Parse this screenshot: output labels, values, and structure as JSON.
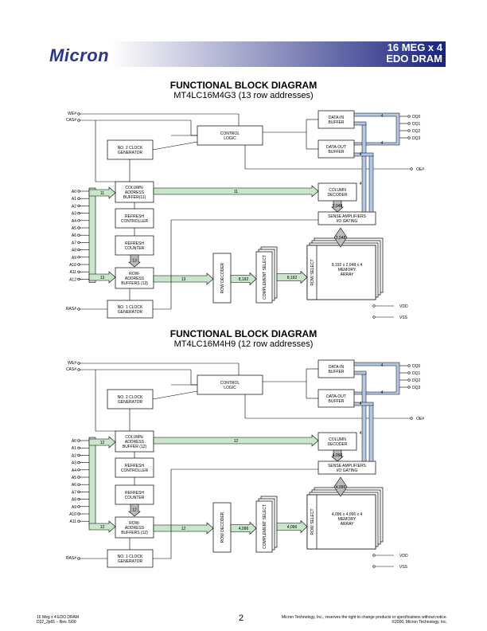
{
  "header": {
    "logo": "Micron",
    "title_line1": "16 MEG x 4",
    "title_line2": "EDO DRAM"
  },
  "diagrams": [
    {
      "title": "FUNCTIONAL BLOCK DIAGRAM",
      "subtitle": "MT4LC16M4G3 (13 row addresses)",
      "col_buffer": [
        "COLUMN-",
        "ADDRESS",
        "BUFFER(11)"
      ],
      "row_buffer": [
        "ROW-",
        "ADDRESS",
        "BUFFERS (13)"
      ],
      "col_bus": "11",
      "addr_bus": "11",
      "row_bus": "13",
      "refresh_bus": "13",
      "bottom_bus": "13",
      "row_dec_out": "8,192",
      "comp_out": "8,192",
      "col_dec_out": "2,048",
      "sense_out": "2,048",
      "array": [
        "8,192 x 2,048 x 4",
        "MEMORY",
        "ARRAY"
      ],
      "addr_pins": [
        "A0",
        "A1",
        "A2",
        "A3",
        "A4",
        "A5",
        "A6",
        "A7",
        "A8",
        "A9",
        "A10",
        "A11",
        "A12"
      ]
    },
    {
      "title": "FUNCTIONAL BLOCK DIAGRAM",
      "subtitle": "MT4LC16M4H9 (12 row addresses)",
      "col_buffer": [
        "COLUMN-",
        "ADDRESS",
        "BUFFER (12)"
      ],
      "row_buffer": [
        "ROW-",
        "ADDRESS",
        "BUFFERS (12)"
      ],
      "col_bus": "12",
      "addr_bus": "12",
      "row_bus": "12",
      "refresh_bus": "12",
      "bottom_bus": "12",
      "row_dec_out": "4,096",
      "comp_out": "4,096",
      "col_dec_out": "4,096",
      "sense_out": "4,096",
      "array": [
        "4,096 x 4,096 x 4",
        "MEMORY",
        "ARRAY"
      ],
      "addr_pins": [
        "A0",
        "A1",
        "A2",
        "A3",
        "A4",
        "A5",
        "A6",
        "A7",
        "A8",
        "A9",
        "A10",
        "A11"
      ]
    }
  ],
  "common": {
    "we": "WE#",
    "cas": "CAS#",
    "ras": "RAS#",
    "oe": "OE#",
    "control": [
      "CONTROL",
      "LOGIC"
    ],
    "clk2": [
      "NO. 2 CLOCK",
      "GENERATOR"
    ],
    "clk1": [
      "NO. 1 CLOCK",
      "GENERATOR"
    ],
    "refresh_ctrl": [
      "REFRESH",
      "CONTROLLER"
    ],
    "refresh_cnt": [
      "REFRESH",
      "COUNTER"
    ],
    "data_in": [
      "DATA-IN",
      "BUFFER"
    ],
    "data_out": [
      "DATA-OUT",
      "BUFFER"
    ],
    "col_dec": [
      "COLUMN",
      "DECODER"
    ],
    "sense": [
      "SENSE AMPLIFIERS",
      "I/O GATING"
    ],
    "row_dec": "ROW DECODER",
    "comp": "COMPLEMENT SELECT",
    "row_sel": "ROW SELECT",
    "dq": [
      "DQ0",
      "DQ1",
      "DQ2",
      "DQ3"
    ],
    "vdd": "VDD",
    "vss": "VSS",
    "four": "4"
  },
  "footer": {
    "left1": "16 Meg x 4 EDO DRAM",
    "left2": "D22_2p65 – Rev. 5/00",
    "page": "2",
    "right1": "Micron Technology, Inc., reserves the right to change products or specifications without notice.",
    "right2": "©2000, Micron Technology, Inc."
  },
  "colors": {
    "bus_green": "#c8e6c9",
    "bus_blue": "#b3c7e6",
    "header_blue": "#1a237e"
  }
}
